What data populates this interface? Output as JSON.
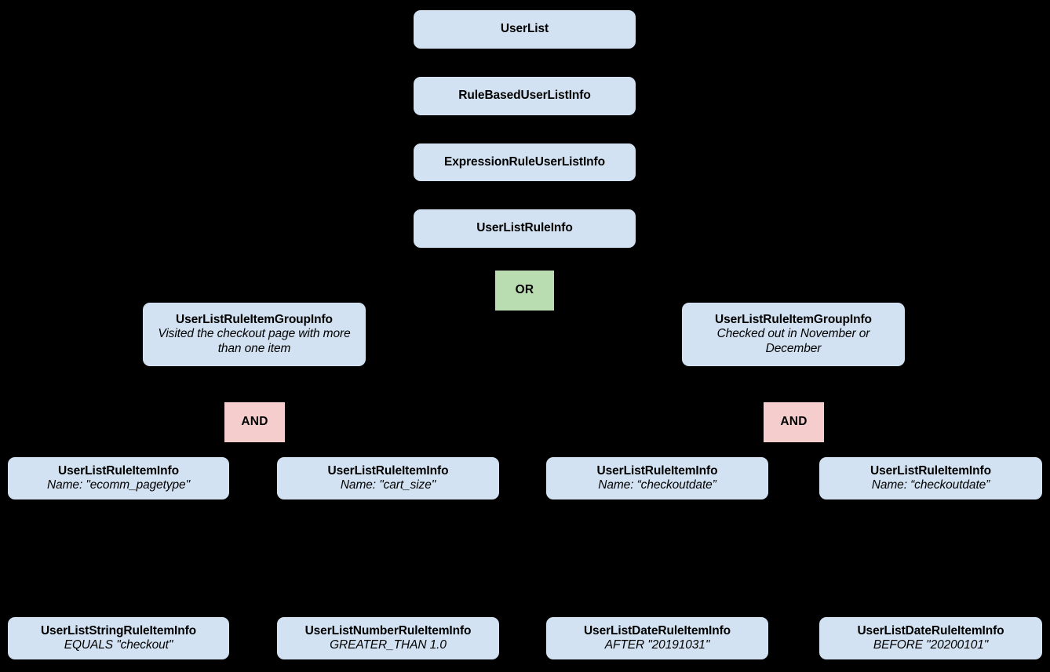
{
  "diagram": {
    "type": "class-hierarchy-tree",
    "background_color": "#000000",
    "node_color": "#d2e2f2",
    "or_color": "#b9ddb0",
    "and_color": "#f5cdcd",
    "nodes": {
      "user_list": {
        "title": "UserList"
      },
      "rule_based_user_list_info": {
        "title": "RuleBasedUserListInfo"
      },
      "expression_rule_user_list_info": {
        "title": "ExpressionRuleUserListInfo"
      },
      "user_list_rule_info": {
        "title": "UserListRuleInfo"
      },
      "or_operator": {
        "label": "OR"
      },
      "group_left": {
        "title": "UserListRuleItemGroupInfo",
        "subtitle": "Visited the checkout page with more than one item"
      },
      "group_right": {
        "title": "UserListRuleItemGroupInfo",
        "subtitle": "Checked out in November or December"
      },
      "and_operator_left": {
        "label": "AND"
      },
      "and_operator_right": {
        "label": "AND"
      },
      "item_ecomm_pagetype": {
        "title": "UserListRuleItemInfo",
        "subtitle": "Name: \"ecomm_pagetype\""
      },
      "item_cart_size": {
        "title": "UserListRuleItemInfo",
        "subtitle": "Name: \"cart_size\""
      },
      "item_checkoutdate_after": {
        "title": "UserListRuleItemInfo",
        "subtitle": "Name: “checkoutdate”"
      },
      "item_checkoutdate_before": {
        "title": "UserListRuleItemInfo",
        "subtitle": "Name: “checkoutdate”"
      },
      "string_rule_equals_checkout": {
        "title": "UserListStringRuleItemInfo",
        "subtitle": "EQUALS \"checkout\""
      },
      "number_rule_greater_than": {
        "title": "UserListNumberRuleItemInfo",
        "subtitle": "GREATER_THAN 1.0"
      },
      "date_rule_after": {
        "title": "UserListDateRuleItemInfo",
        "subtitle": "AFTER \"20191031\""
      },
      "date_rule_before": {
        "title": "UserListDateRuleItemInfo",
        "subtitle": "BEFORE \"20200101\""
      }
    }
  }
}
